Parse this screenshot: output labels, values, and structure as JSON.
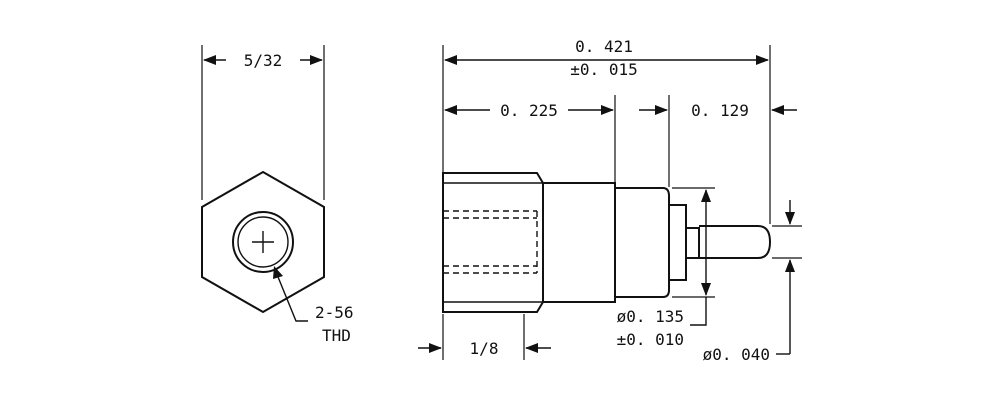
{
  "drawing": {
    "hex_side_view": {
      "width_dim": "5/32",
      "thread_callout_line1": "2-56",
      "thread_callout_line2": "THD"
    },
    "profile_view": {
      "overall_length": "0. 421",
      "overall_tolerance": "±0. 015",
      "hex_section_length": "0. 225",
      "pin_length": "0. 129",
      "hex_flat_dim": "1/8",
      "knurl_diameter": "ø0. 135",
      "knurl_tolerance": "±0. 010",
      "pin_diameter": "ø0. 040"
    }
  }
}
